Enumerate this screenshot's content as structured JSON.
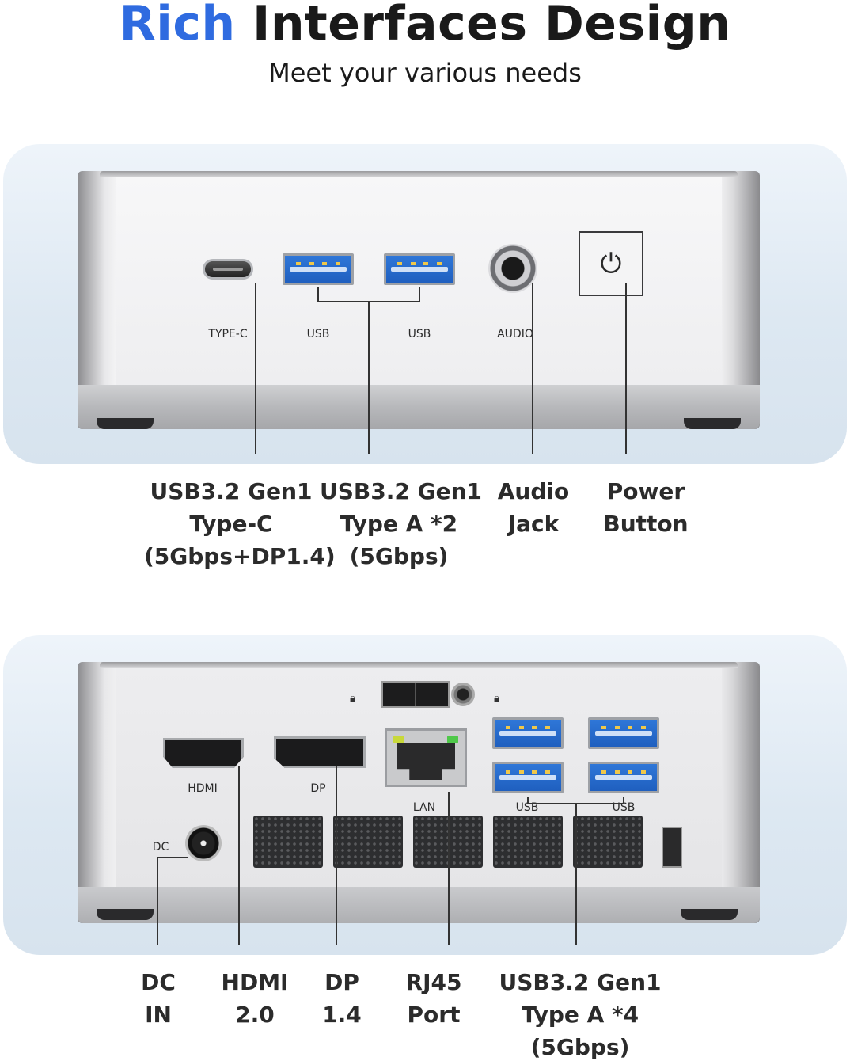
{
  "header": {
    "title_accent": "Rich",
    "title_rest": "Interfaces Design",
    "subtitle": "Meet your various needs",
    "accent_color": "#2f6be0"
  },
  "front_panel": {
    "port_labels": {
      "typec": "TYPE-C",
      "usb1": "USB",
      "usb2": "USB",
      "audio": "AUDIO"
    },
    "power_icon": "power-icon",
    "captions": [
      {
        "lines": [
          "USB3.2 Gen1",
          "Type-C",
          "(5Gbps+DP1.4)"
        ]
      },
      {
        "lines": [
          "USB3.2 Gen1",
          "Type A *2",
          "(5Gbps)"
        ]
      },
      {
        "lines": [
          "Audio",
          "Jack"
        ]
      },
      {
        "lines": [
          "Power",
          "Button"
        ]
      }
    ]
  },
  "back_panel": {
    "port_labels": {
      "hdmi": "HDMI",
      "dp": "DP",
      "lan": "LAN",
      "usb1": "USB",
      "usb2": "USB",
      "dc": "DC"
    },
    "captions": [
      {
        "lines": [
          "DC",
          "IN"
        ]
      },
      {
        "lines": [
          "HDMI",
          "2.0"
        ]
      },
      {
        "lines": [
          "DP",
          "1.4"
        ]
      },
      {
        "lines": [
          "RJ45",
          "Port"
        ]
      },
      {
        "lines": [
          "USB3.2 Gen1",
          "Type A *4",
          "(5Gbps)"
        ]
      }
    ]
  }
}
